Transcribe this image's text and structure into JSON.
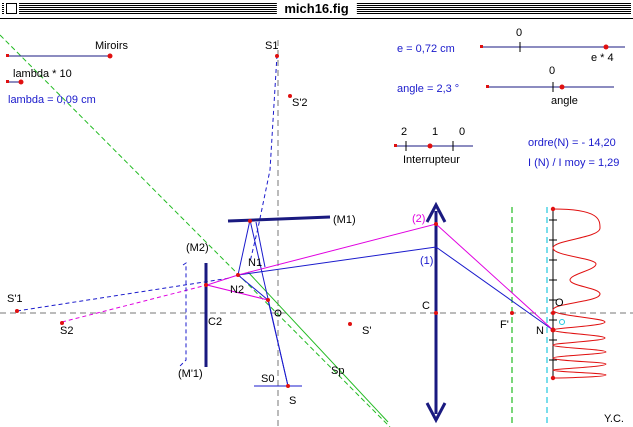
{
  "window": {
    "title": "mich16.fig"
  },
  "controls": {
    "miroirs": {
      "label": "Miroirs"
    },
    "lambda": {
      "label": "lambda * 10",
      "readout": "lambda = 0,09 cm"
    },
    "e": {
      "readout": "e = 0,72 cm",
      "zero": "0",
      "label": "e * 4"
    },
    "angle": {
      "readout": "angle = 2,3 °",
      "zero": "0",
      "label": "angle"
    },
    "interrupteur": {
      "label": "Interrupteur",
      "tick_2": "2",
      "tick_1": "1",
      "tick_0": "0"
    }
  },
  "readouts": {
    "ordre": "ordre(N) = - 14,20",
    "intensite": "I (N) / I moy = 1,29"
  },
  "labels": {
    "s1": "S1",
    "s2p": "S'2",
    "s1p": "S'1",
    "s2": "S2",
    "sp_point": "S'",
    "s": "S",
    "s0": "S0",
    "sp": "Sp",
    "m1": "(M1)",
    "m2": "(M2)",
    "m1p": "(M'1)",
    "n1": "N1",
    "n2": "N2",
    "c2": "C2",
    "c": "C",
    "fp": "F'",
    "ray1": "(1)",
    "ray2": "(2)",
    "o": "O",
    "n": "N",
    "author": "Y.C."
  },
  "colors": {
    "blue": "#1a1acc",
    "magenta": "#e000e0",
    "red": "#e01010",
    "green": "#22bb22",
    "cyan": "#22c8e0",
    "navy": "#1a1a80",
    "gray": "#777777"
  }
}
